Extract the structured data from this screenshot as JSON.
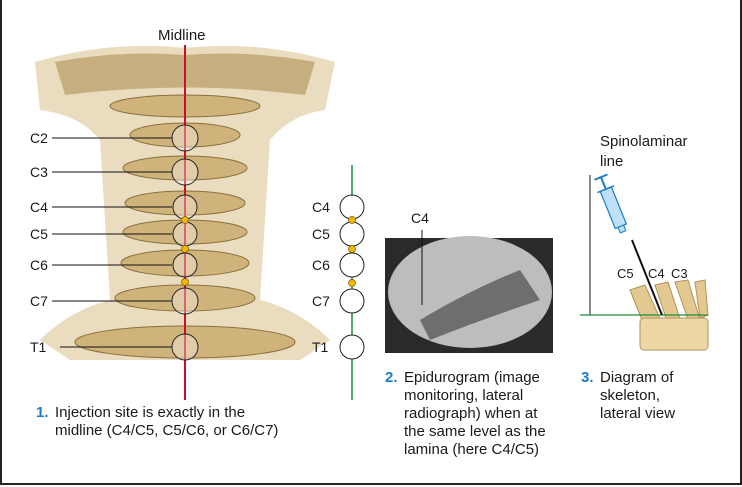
{
  "midline_label": "Midline",
  "left_levels": [
    "C2",
    "C3",
    "C4",
    "C5",
    "C6",
    "C7",
    "T1"
  ],
  "right_levels": [
    "C4",
    "C5",
    "C6",
    "C7",
    "T1"
  ],
  "xray_label": "C4",
  "spinolaminar_label": [
    "Spinolaminar",
    "line"
  ],
  "skeleton_labels": [
    "C5",
    "C4",
    "C3"
  ],
  "captions": [
    {
      "num": "1.",
      "lines": [
        "Injection site is exactly in the",
        "midline (C4/C5, C5/C6, or C6/C7)"
      ]
    },
    {
      "num": "2.",
      "lines": [
        "Epidurogram (image",
        "monitoring, lateral",
        "radiograph) when at",
        "the same level as the",
        "lamina (here C4/C5)"
      ]
    },
    {
      "num": "3.",
      "lines": [
        "Diagram of",
        "skeleton,",
        "lateral view"
      ]
    }
  ],
  "colors": {
    "midline": "#c8102e",
    "green_line": "#1e8a3c",
    "number": "#1a7cc6",
    "dot": "#f2b705",
    "bone": "#d9c08a"
  }
}
